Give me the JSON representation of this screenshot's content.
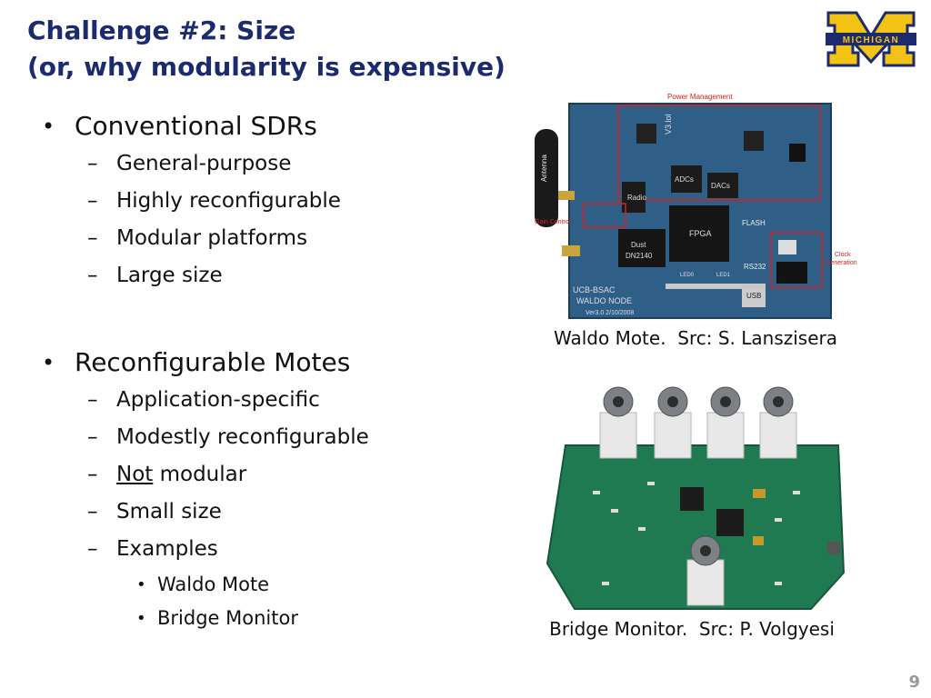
{
  "slide": {
    "title_line1": "Challenge #2: Size",
    "title_line2": "(or, why modularity is expensive)",
    "page_number": "9"
  },
  "logo": {
    "text": "MICHIGAN",
    "color_blue": "#1c2a6e",
    "color_maize": "#f2c314"
  },
  "bullets": [
    {
      "label": "Conventional SDRs",
      "items": [
        "General-purpose",
        "Highly reconfigurable",
        "Modular platforms",
        "Large size"
      ]
    },
    {
      "label": "Reconfigurable Motes",
      "items": [
        "Application-specific",
        "Modestly reconfigurable",
        "Not",
        "modular",
        "Small size",
        "Examples"
      ],
      "examples": [
        "Waldo Mote",
        "Bridge Monitor"
      ]
    }
  ],
  "photos": {
    "waldo": {
      "caption": "Waldo Mote.  Src: S. Lanszisera",
      "labels": {
        "power": "Power Management",
        "antenna": "Antenna",
        "gain": "Gain Control",
        "radio": "Radio",
        "adcs": "ADCs",
        "dacs": "DACs",
        "fpga": "FPGA",
        "flash": "FLASH",
        "dust": "Dust",
        "dust_part": "DN2140",
        "rs232": "RS232",
        "usb": "USB",
        "clock": "Clock",
        "generation": "Generation",
        "board1": "UCB-BSAC",
        "board2": "WALDO NODE",
        "version": "Ver3.0 2/10/2008",
        "vertical": "V3.lol",
        "led0": "LED0",
        "led1": "LED1"
      }
    },
    "bridge": {
      "caption": "Bridge Monitor.  Src: P. Volgyesi"
    }
  }
}
